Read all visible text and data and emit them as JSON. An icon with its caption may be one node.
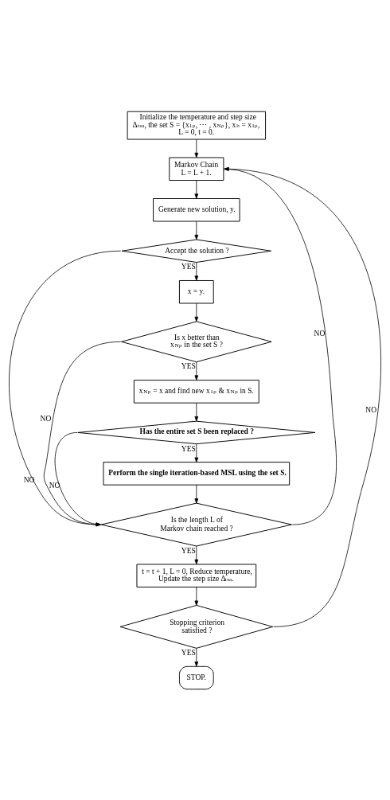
{
  "diagram": {
    "nodes": [
      {
        "text": [
          "Initialize the temperature and step size Δ$_{t}$$^{sa}$, the set S = {x$_{1}$$^{ρ}$, ⋯ , x$_{N}$$^{ρ}$}, x$^{b}$ = x$_{1}$$^{ρ}$, L = 0, t = 0."
        ]
      },
      {
        "text": [
          "Markov Chain",
          "L = L + 1."
        ]
      },
      {
        "text": [
          "Generate new solution, y."
        ]
      },
      {
        "text": [
          "Accept the solution ?"
        ]
      },
      {
        "text": [
          "x = y."
        ]
      },
      {
        "text": [
          "Is x better than x$_{N}$$^{ρ}$ in the set S ?"
        ]
      },
      {
        "text": [
          "x$_{N}$$^{ρ}$ = x and find new x$_{1}$$^{ρ}$ & x$_{N}$$^{ρ}$ in S."
        ]
      },
      {
        "text": [
          "Has the entire set S been replaced ?"
        ]
      },
      {
        "text": [
          "Perform the single iteration-based MSL using the set S."
        ]
      },
      {
        "text": [
          "Is the length L of Markov chain reached ?"
        ]
      },
      {
        "text": [
          "t = t + 1, L = 0, Reduce temperature, Update the step size Δ$_{t}$$^{sa}$."
        ]
      },
      {
        "text": [
          "Stopping criterion satisfied ?"
        ]
      },
      {
        "text": [
          "STOP."
        ]
      }
    ],
    "edges": [
      {
        "from": 0,
        "to": 1,
        "arrow": "to"
      },
      {
        "from": 1,
        "to": 2,
        "arrow": "to"
      },
      {
        "from": 2,
        "to": 3,
        "arrow": "to"
      },
      {
        "from": 3,
        "to": 4,
        "arrow": "to",
        "label": "YES"
      },
      {
        "from": 3,
        "to": 9,
        "arrow": "to",
        "label": "NO"
      },
      {
        "from": 4,
        "to": 5,
        "arrow": "to"
      },
      {
        "from": 5,
        "to": 6,
        "arrow": "to",
        "label": "YES"
      },
      {
        "from": 5,
        "to": 9,
        "arrow": "to",
        "label": "NO"
      },
      {
        "from": 6,
        "to": 7,
        "arrow": "to"
      },
      {
        "from": 7,
        "to": 8,
        "arrow": "to",
        "label": "YES"
      },
      {
        "from": 7,
        "to": 9,
        "arrow": "to",
        "label": "NO"
      },
      {
        "from": 8,
        "to": 9,
        "arrow": "to"
      },
      {
        "from": 9,
        "to": 10,
        "arrow": "to",
        "label": "YES"
      },
      {
        "from": 9,
        "to": 1,
        "arrow": "to",
        "label": "NO"
      },
      {
        "from": 10,
        "to": 11,
        "arrow": "to"
      },
      {
        "from": 11,
        "to": 12,
        "arrow": "to",
        "label": "YES"
      },
      {
        "from": 11,
        "to": 1,
        "arrow": "to",
        "label": "NO"
      }
    ]
  }
}
